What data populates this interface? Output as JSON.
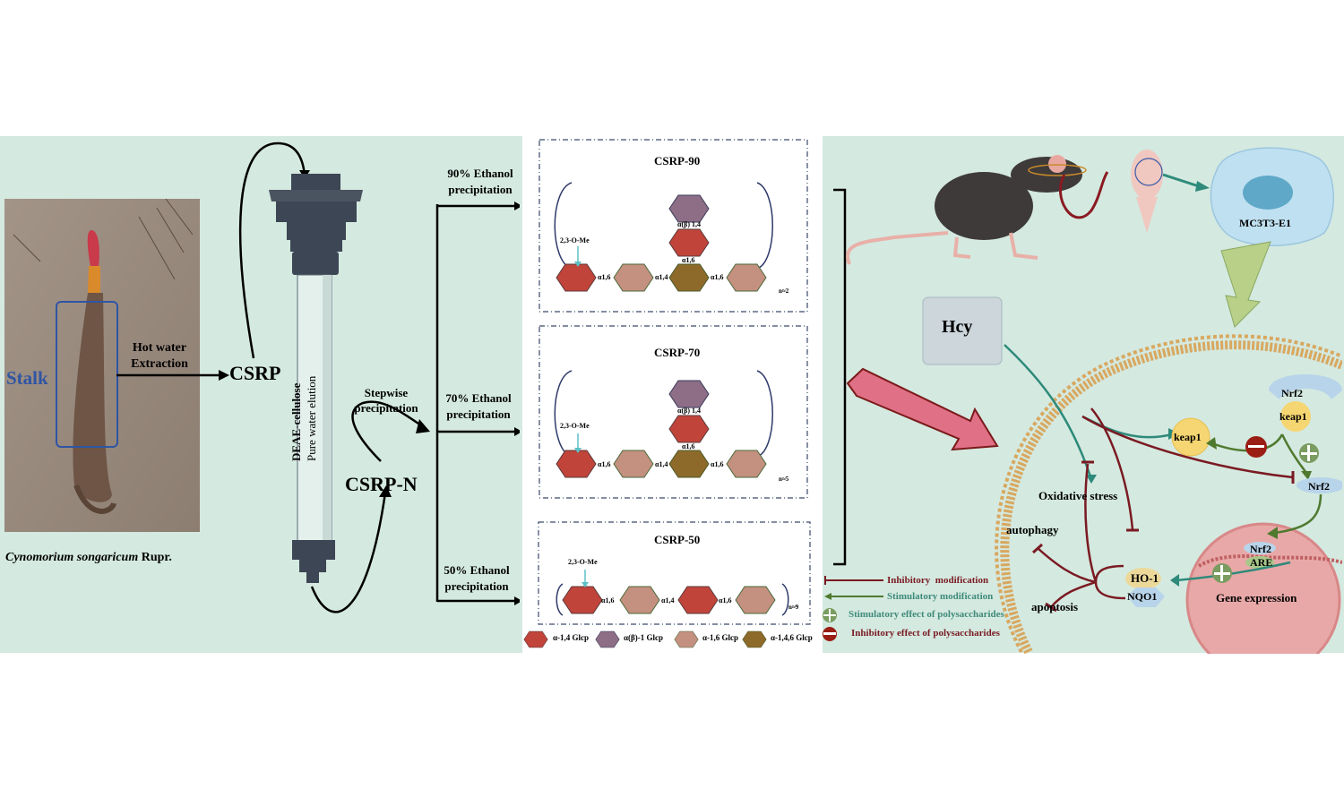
{
  "left": {
    "stalk_label": "Stalk",
    "species_italic": "Cynomorium songaricum",
    "species_author": "Rupr.",
    "extraction_line1": "Hot water",
    "extraction_line2": "Extraction",
    "crude": "CSRP",
    "column_label1": "DEAE-cellulose",
    "column_label2": "Pure water elution",
    "fraction": "CSRP-N",
    "stepwise_line1": "Stepwise",
    "stepwise_line2": "precipitation",
    "branches": [
      {
        "line1": "90% Ethanol",
        "line2": "precipitation"
      },
      {
        "line1": "70% Ethanol",
        "line2": "precipitation"
      },
      {
        "line1": "50% Ethanol",
        "line2": "precipitation"
      }
    ]
  },
  "structures": [
    {
      "title": "CSRP-90",
      "methyl": "2,3-O-Me",
      "links": [
        "α1,6",
        "α1,4",
        "α1,6"
      ],
      "branch_link": "α1,6",
      "top_link": "α(β) 1,4",
      "repeat": "n≈2"
    },
    {
      "title": "CSRP-70",
      "methyl": "2,3-O-Me",
      "links": [
        "α1,6",
        "α1,4",
        "α1,6"
      ],
      "branch_link": "α1,6",
      "top_link": "α(β) 1,4",
      "repeat": "n≈5"
    },
    {
      "title": "CSRP-50",
      "methyl": "2,3-O-Me",
      "links": [
        "α1,6",
        "α1,4",
        "α1,6"
      ],
      "repeat": "n≈9"
    }
  ],
  "sugar_legend": [
    {
      "label": "α-1,4 Glcp",
      "color": "#c0443a"
    },
    {
      "label": "α(β)-1 Glcp",
      "color": "#8d6e86"
    },
    {
      "label": "α-1,6 Glcp",
      "color": "#c49080"
    },
    {
      "label": "α-1,4,6 Glcp",
      "color": "#8e6a2a"
    }
  ],
  "effect_legend": {
    "inhibitory_mod": "Inhibitory  modification",
    "stimulatory_mod": "Stimulatory modification",
    "stimulatory_effect": "Stimulatory effect of polysaccharides",
    "inhibitory_effect": "Inhibitory effect of polysaccharides"
  },
  "pathway": {
    "cell_line": "MC3T3-E1",
    "hcy": "Hcy",
    "oxidative": "Oxidative stress",
    "autophagy": "autophagy",
    "apoptosis": "apoptosis",
    "ho1": "HO-1",
    "nqo1": "NQO1",
    "keap1": "keap1",
    "nrf2": "Nrf2",
    "complex_nrf2": "Nrf2",
    "complex_keap1": "keap1",
    "nuc_nrf2": "Nrf2",
    "are": "ARE",
    "gene_expression": "Gene expression"
  },
  "colors": {
    "background": "#d4e9e0",
    "inhibit": "#7a1a22",
    "stimulate": "#4f7a2e",
    "teal": "#2e8a7a",
    "stalk_blue": "#2f55a4"
  }
}
